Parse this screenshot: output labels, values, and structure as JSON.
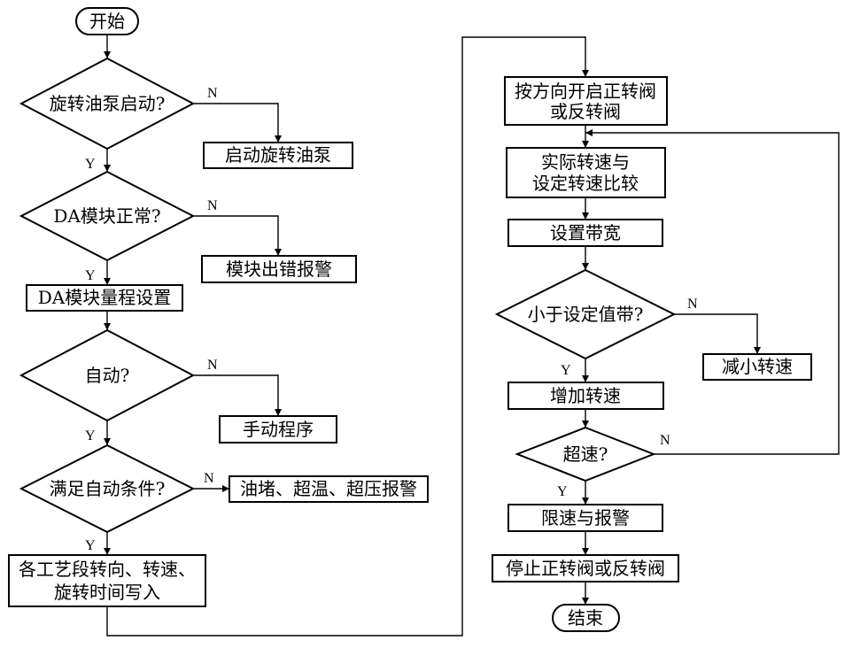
{
  "flowchart": {
    "start": "开始",
    "end": "结束",
    "yes": "Y",
    "no": "N",
    "nodes": {
      "q_pump": "旋转油泵启动?",
      "start_pump": "启动旋转油泵",
      "q_da": "DA模块正常?",
      "da_alarm": "模块出错报警",
      "da_range": "DA模块量程设置",
      "q_auto": "自动?",
      "manual": "手动程序",
      "q_cond": "满足自动条件?",
      "cond_alarm": "油堵、超温、超压报警",
      "write_line1": "各工艺段转向、转速、",
      "write_line2": "旋转时间写入",
      "open_line1": "按方向开启正转阀",
      "open_line2": "或反转阀",
      "compare_line1": "实际转速与",
      "compare_line2": "设定转速比较",
      "bandwidth": "设置带宽",
      "q_less": "小于设定值带?",
      "decrease": "减小转速",
      "increase": "增加转速",
      "q_over": "超速?",
      "limit": "限速与报警",
      "stop": "停止正转阀或反转阀"
    }
  }
}
